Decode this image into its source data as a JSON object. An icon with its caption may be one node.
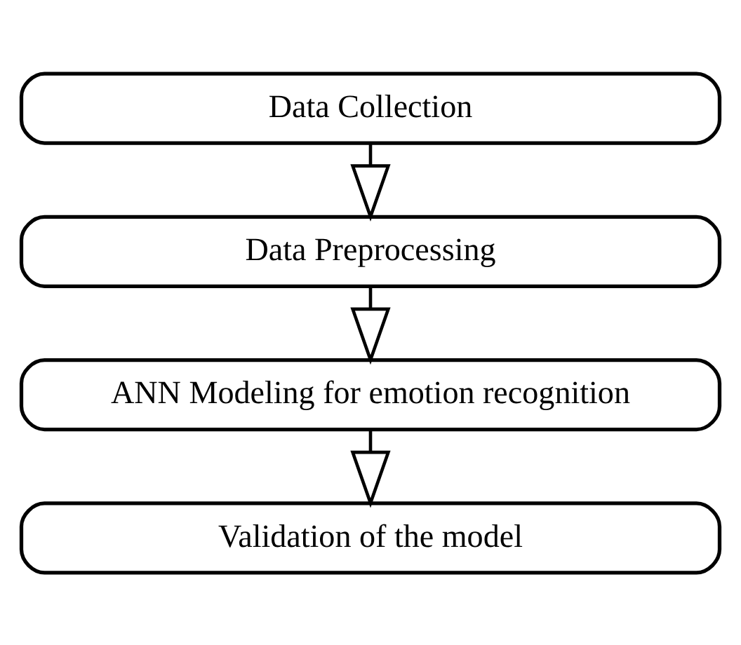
{
  "diagram": {
    "nodes": [
      {
        "text": [
          "Data Collection"
        ]
      },
      {
        "text": [
          "Data Preprocessing"
        ]
      },
      {
        "text": [
          "ANN Modeling for emotion recognition"
        ]
      },
      {
        "text": [
          "Validation of the model"
        ]
      }
    ],
    "edges": [
      {
        "from": 0,
        "to": 1,
        "arrow": "to"
      },
      {
        "from": 1,
        "to": 2,
        "arrow": "to"
      },
      {
        "from": 2,
        "to": 3,
        "arrow": "to"
      }
    ]
  }
}
